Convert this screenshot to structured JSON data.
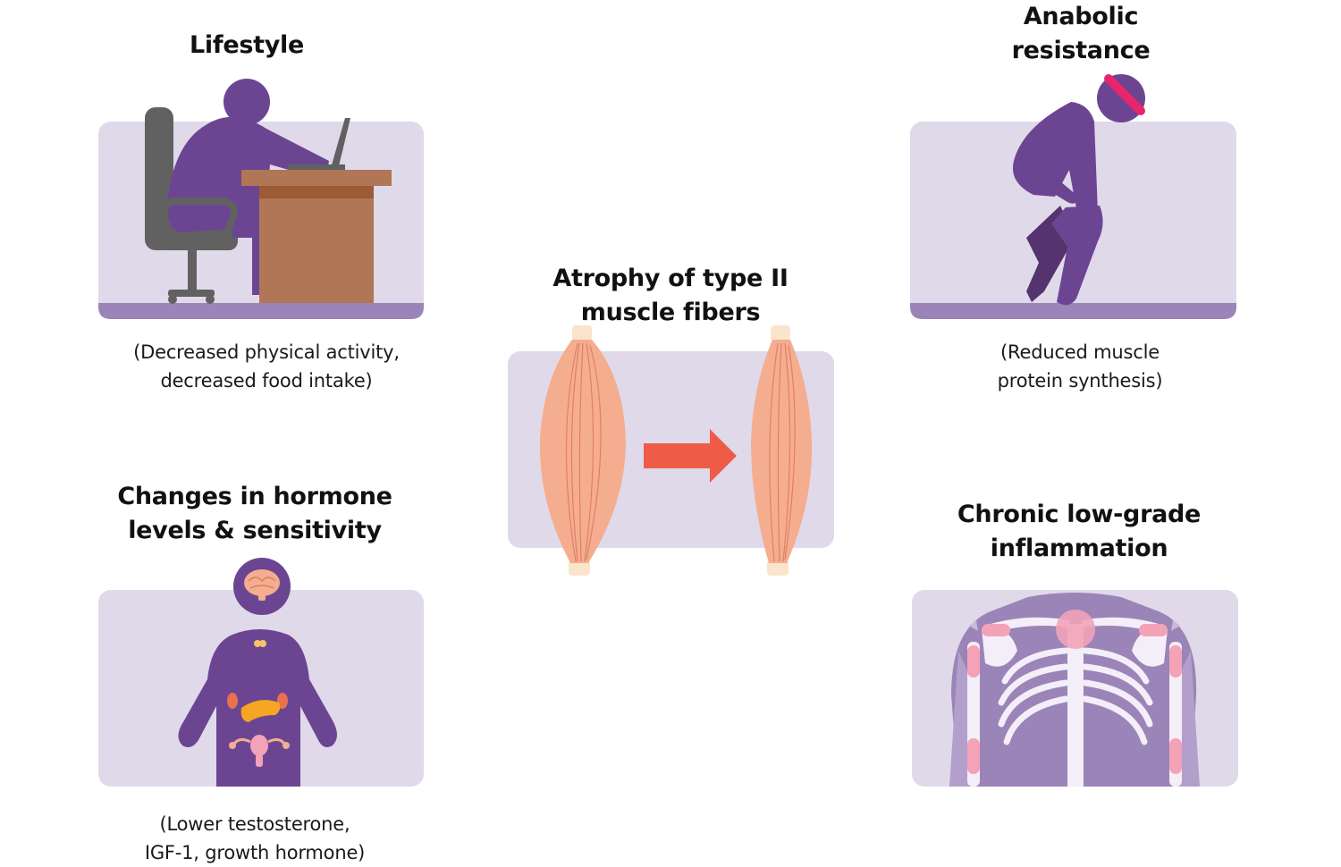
{
  "colors": {
    "panel": "#e0d9ea",
    "panel_floor": "#9b84b7",
    "figure": "#6c4592",
    "figure_dark": "#54336f",
    "desk": "#b07655",
    "desk_dark": "#9a5b36",
    "chair": "#616161",
    "muscle": "#f5ad8f",
    "tendon": "#fbe4cc",
    "arrow": "#ee5c48",
    "headband": "#e8256a",
    "inflammation": "#f3a2b8"
  },
  "lifestyle": {
    "title_line1": "Lifestyle",
    "caption_line1": "(Decreased physical activity,",
    "caption_line2": "decreased food intake)",
    "icon": "person-at-desk-icon"
  },
  "anabolic": {
    "title_line1": "Anabolic",
    "title_line2": "resistance",
    "caption_line1": "(Reduced muscle",
    "caption_line2": "protein synthesis)",
    "icon": "stooped-person-icon"
  },
  "atrophy": {
    "title_line1": "Atrophy of type II",
    "title_line2": "muscle fibers",
    "icon": "muscle-atrophy-icon"
  },
  "hormone": {
    "title_line1": "Changes in hormone",
    "title_line2": "levels & sensitivity",
    "caption_line1": "(Lower testosterone,",
    "caption_line2": "IGF-1, growth hormone)",
    "icon": "endocrine-body-icon"
  },
  "inflammation": {
    "title_line1": "Chronic low-grade",
    "title_line2": "inflammation",
    "icon": "inflamed-skeleton-icon"
  }
}
